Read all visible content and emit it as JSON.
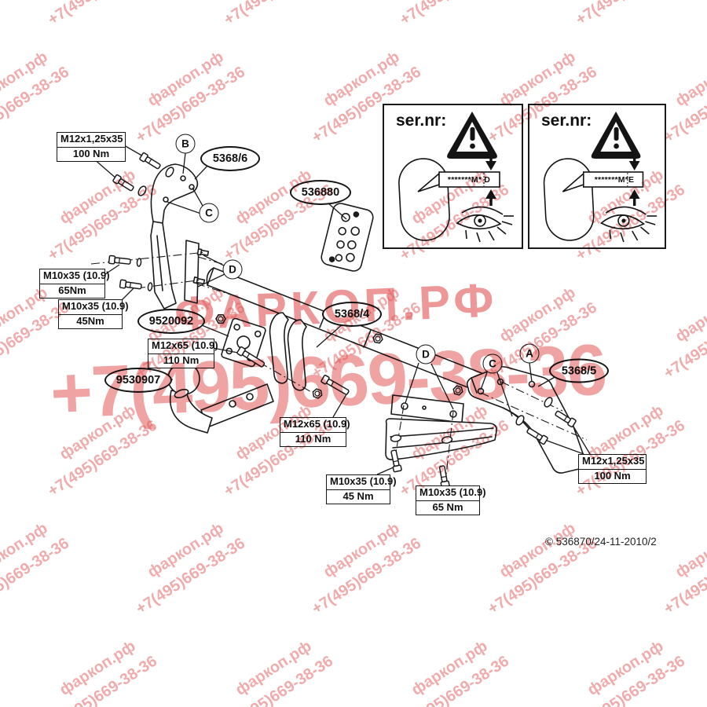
{
  "page": {
    "copyright": "© 536870/24-11-2010/2"
  },
  "watermark": {
    "tile_line1": "фаркоп.рф",
    "tile_line2": "+7(495)669-38-36",
    "big_brand": "ФАРКОП.РФ",
    "big_phone": "+7(495)669-38-36",
    "color": "#e25858"
  },
  "serial_boxes": [
    {
      "label": "ser.nr:",
      "strip": "*******M* D"
    },
    {
      "label": "ser.nr:",
      "strip": "*******M*E"
    }
  ],
  "part_labels": {
    "p5368_6": "5368/6",
    "p536880": "536880",
    "p5368_4": "5368/4",
    "p9520092": "9520092",
    "p9530907": "9530907",
    "p5368_5": "5368/5"
  },
  "ref_letters": {
    "b": "B",
    "c1": "C",
    "d1": "D",
    "d2": "D",
    "c2": "C",
    "a": "A"
  },
  "torque_labels": {
    "t1": {
      "size": "M12x1,25x35",
      "torque": "100 Nm"
    },
    "t2": {
      "size": "M10x35 (10.9)",
      "torque": "65Nm"
    },
    "t3": {
      "size": "M10x35 (10.9)",
      "torque": "45Nm"
    },
    "t4": {
      "size": "M12x65 (10.9)",
      "torque": "110 Nm"
    },
    "t5": {
      "size": "M12x65 (10.9)",
      "torque": "110 Nm"
    },
    "t6": {
      "size": "M10x35 (10.9)",
      "torque": "45 Nm"
    },
    "t7": {
      "size": "M10x35 (10.9)",
      "torque": "65 Nm"
    },
    "t8": {
      "size": "M12x1,25x35",
      "torque": "100 Nm"
    }
  }
}
